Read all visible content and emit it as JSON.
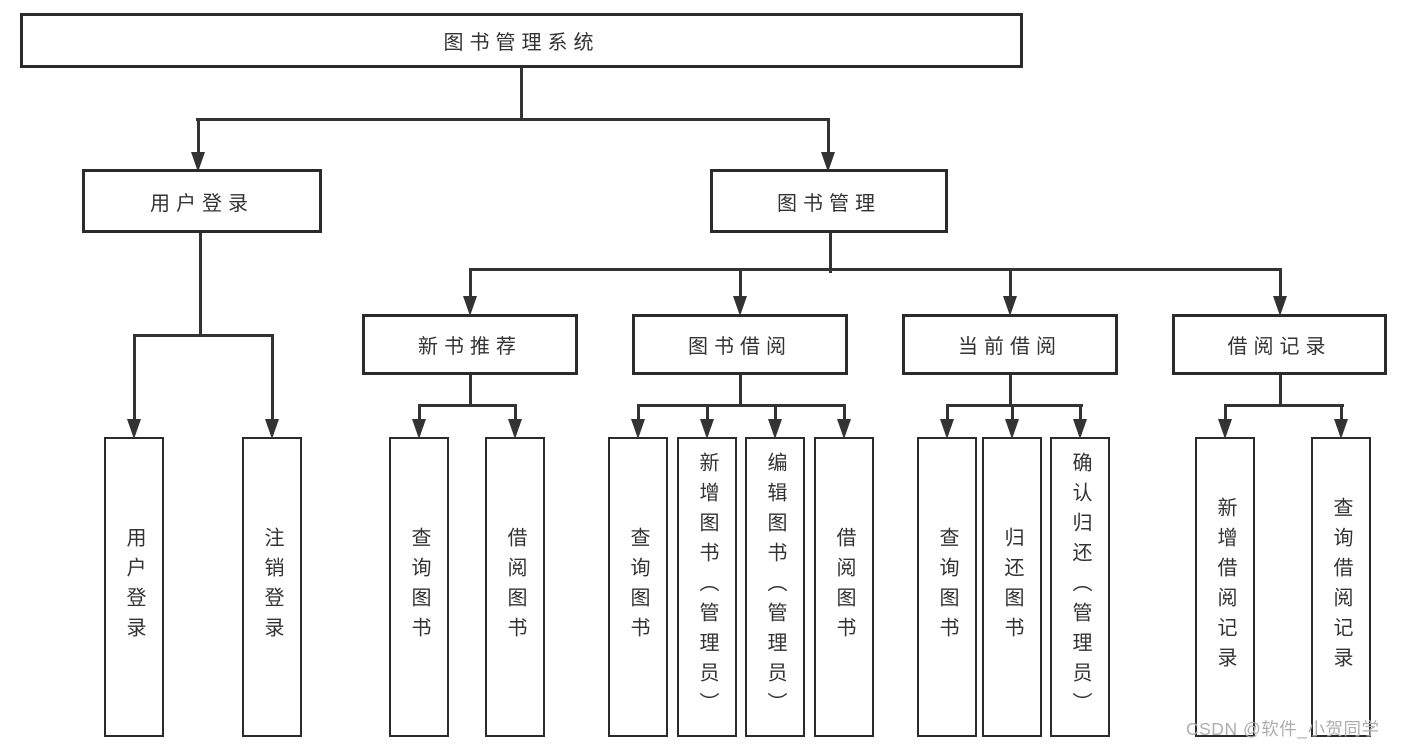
{
  "root": {
    "label": "图书管理系统",
    "children": [
      {
        "label": "用户登录",
        "children": [
          {
            "label": "用户登录"
          },
          {
            "label": "注销登录"
          }
        ]
      },
      {
        "label": "图书管理",
        "children": [
          {
            "label": "新书推荐",
            "children": [
              {
                "label": "查询图书"
              },
              {
                "label": "借阅图书"
              }
            ]
          },
          {
            "label": "图书借阅",
            "children": [
              {
                "label": "查询图书"
              },
              {
                "label": "新增图书（管理员）"
              },
              {
                "label": "编辑图书（管理员）"
              },
              {
                "label": "借阅图书"
              }
            ]
          },
          {
            "label": "当前借阅",
            "children": [
              {
                "label": "查询图书"
              },
              {
                "label": "归还图书"
              },
              {
                "label": "确认归还（管理员）"
              }
            ]
          },
          {
            "label": "借阅记录",
            "children": [
              {
                "label": "新增借阅记录"
              },
              {
                "label": "查询借阅记录"
              }
            ]
          }
        ]
      }
    ]
  },
  "watermark": "CSDN @软件_小贺同学",
  "colors": {
    "line": "#333333",
    "border": "#2b2b2b",
    "text": "#333333",
    "box_background": "#ffffff",
    "page_background": "#ffffff",
    "watermark_text": "#aeaeae"
  }
}
